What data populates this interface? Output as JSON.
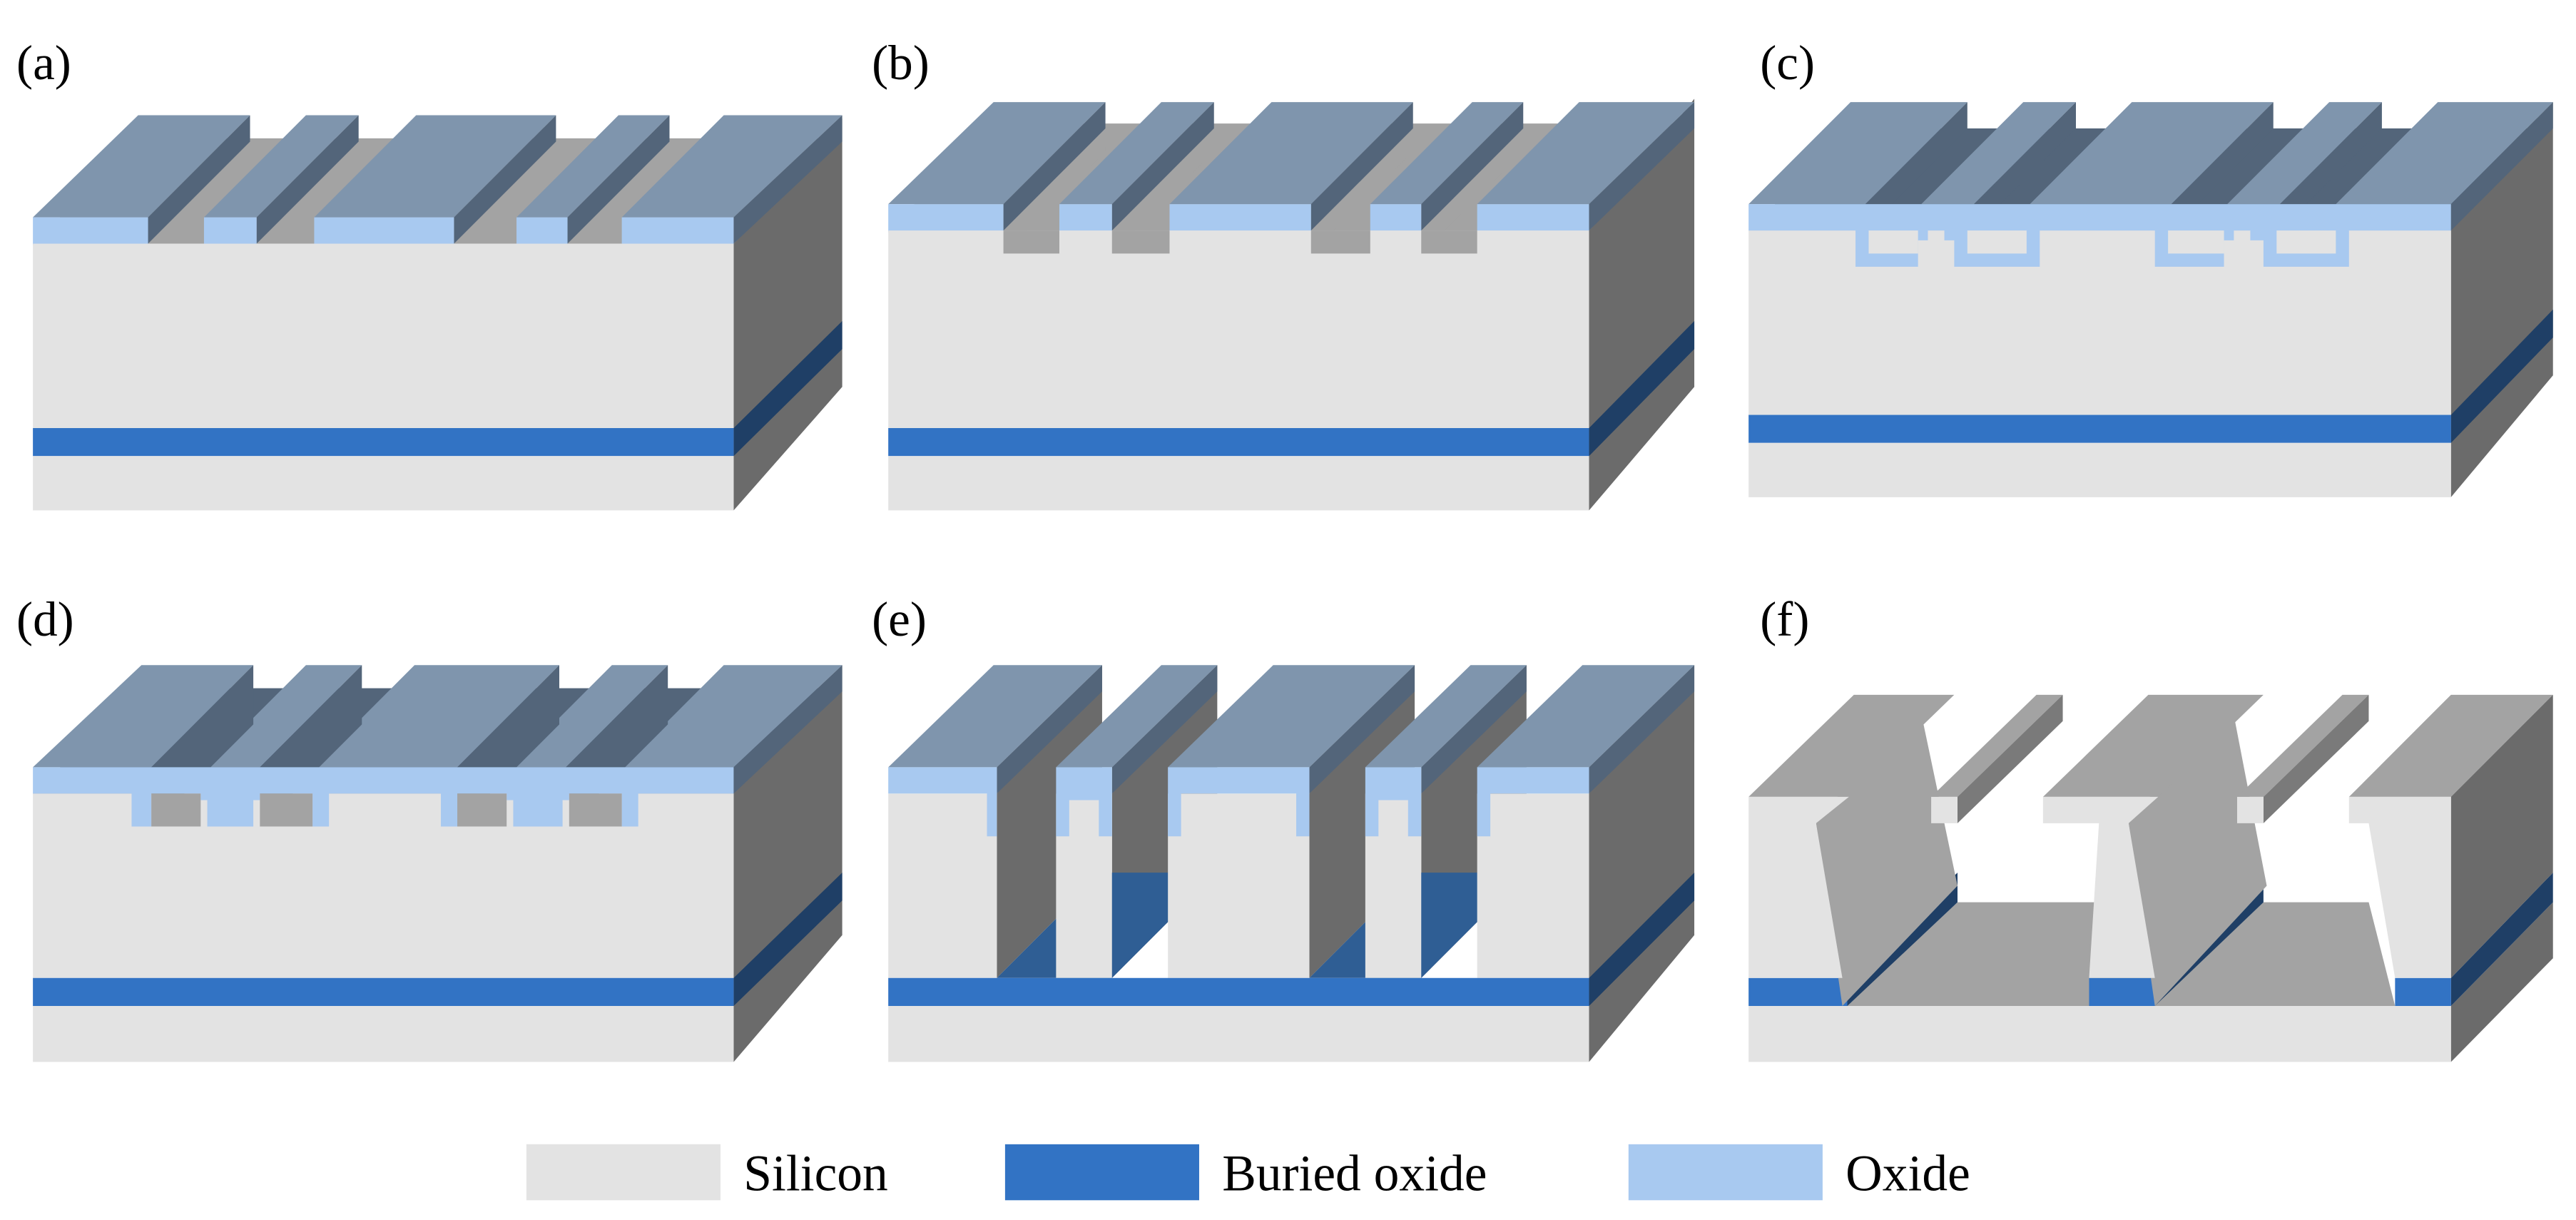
{
  "panels": [
    {
      "id": "a",
      "label": "(a)"
    },
    {
      "id": "b",
      "label": "(b)"
    },
    {
      "id": "c",
      "label": "(c)"
    },
    {
      "id": "d",
      "label": "(d)"
    },
    {
      "id": "e",
      "label": "(e)"
    },
    {
      "id": "f",
      "label": "(f)"
    }
  ],
  "legend": [
    {
      "label": "Silicon",
      "color": "#e3e3e3"
    },
    {
      "label": "Buried oxide",
      "color": "#3273c4"
    },
    {
      "label": "Oxide",
      "color": "#a8c9f0"
    }
  ],
  "colors": {
    "silicon": "#e3e3e3",
    "silicon_side": "#6b6b6b",
    "silicon_etched": "#a3a3a3",
    "buried_oxide": "#3273c4",
    "buried_oxide_side": "#1f3f66",
    "oxide": "#a8c9f0",
    "mask_top": "#7f95ad",
    "mask_side": "#53657a"
  }
}
